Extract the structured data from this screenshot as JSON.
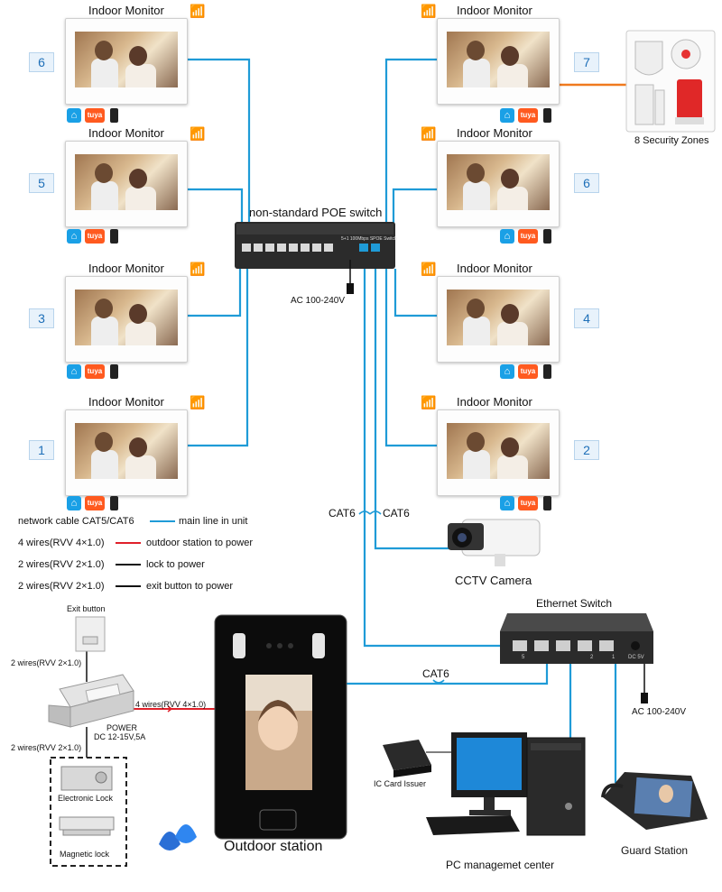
{
  "monitor_title": "Indoor Monitor",
  "left_numbers": [
    "6",
    "5",
    "3",
    "1"
  ],
  "right_numbers": [
    "7",
    "6",
    "4",
    "2"
  ],
  "poe_switch": {
    "label": "non-standard POE switch",
    "panel_text": "5+1 100Mbps SPOE Switch"
  },
  "ac_power_left": "AC 100-240V",
  "security": {
    "label": "8 Security Zones"
  },
  "apps": {
    "tuya": "tuya"
  },
  "cables": {
    "cat6_a": "CAT6",
    "cat6_b": "CAT6",
    "cat6_c": "CAT6"
  },
  "legend": [
    {
      "text": "network cable CAT5/CAT6",
      "desc": "main line in unit",
      "color": "#1f9bd7"
    },
    {
      "text": "4 wires(RVV 4×1.0)",
      "desc": "outdoor station to power",
      "color": "#e0202a"
    },
    {
      "text": "2 wires(RVV 2×1.0)",
      "desc": "lock to power",
      "color": "#111111"
    },
    {
      "text": "2 wires(RVV 2×1.0)",
      "desc": "exit button to power",
      "color": "#111111"
    }
  ],
  "cctv": {
    "label": "CCTV Camera"
  },
  "ethernet_switch": {
    "label": "Ethernet Switch",
    "ac_label": "AC 100-240V",
    "port_labels": [
      "5",
      "2",
      "1",
      "DC 5V"
    ]
  },
  "exit_button": {
    "label": "Exit button",
    "wire_label": "2 wires(RVV 2×1.0)"
  },
  "power_supply": {
    "label_line1": "POWER",
    "label_line2": "DC 12-15V,5A",
    "wire_to_outdoor": "4 wires(RVV 4×1.0)",
    "wire_to_lock": "2 wires(RVV 2×1.0)"
  },
  "locks": {
    "electronic": "Electronic Lock",
    "magnetic": "Magnetic lock"
  },
  "outdoor_station": {
    "label": "Outdoor station"
  },
  "ic_card": {
    "label": "IC Card Issuer"
  },
  "pc": {
    "label": "PC managemet center"
  },
  "guard": {
    "label": "Guard Station"
  },
  "colors": {
    "network": "#1f9bd7",
    "power": "#e0202a",
    "security": "#f07a1e",
    "control": "#111111"
  }
}
